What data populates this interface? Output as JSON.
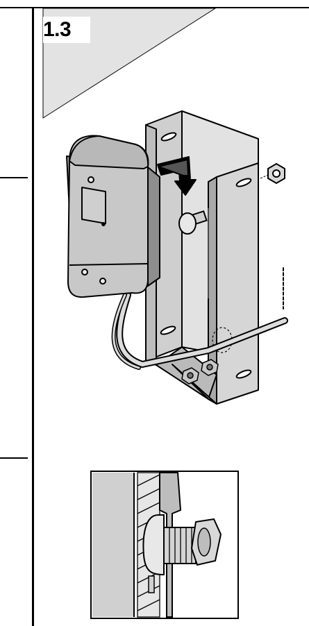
{
  "step": {
    "number": "1.3"
  },
  "illustrations": {
    "main": "mounting-control-box-onto-bracket",
    "detail": "bolt-and-nut-closeup"
  },
  "colors": {
    "ink": "#000000",
    "corner_shade": "#e3e3e3",
    "metal": "#d9d9d9",
    "metal_dark": "#b0b0b0",
    "box": "#c8c8c8",
    "box_dark": "#8e8e8e"
  }
}
